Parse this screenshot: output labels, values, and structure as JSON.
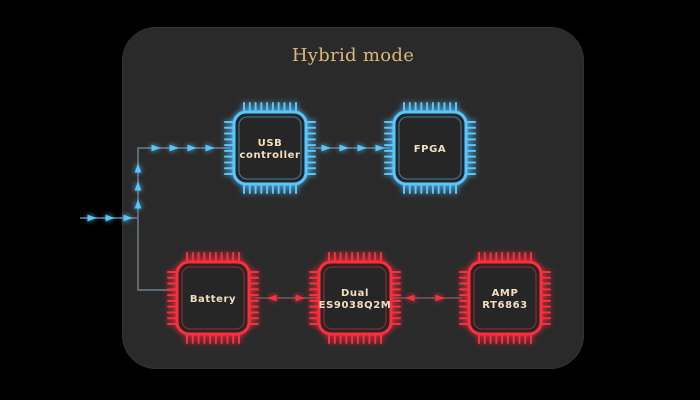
{
  "title": "Hybrid mode",
  "colors": {
    "blue": "#58c7ff",
    "red": "#ff2d3c",
    "label": "#f2dfc2",
    "title": "#d8b87a"
  },
  "chips": {
    "usb": {
      "label_1": "USB",
      "label_2": "controller",
      "color": "blue"
    },
    "fpga": {
      "label_1": "FPGA",
      "color": "blue"
    },
    "battery": {
      "label_1": "Battery",
      "color": "red"
    },
    "dac": {
      "label_1": "Dual",
      "label_2": "ES9038Q2M",
      "color": "red"
    },
    "amp": {
      "label_1": "AMP",
      "label_2": "RT6863",
      "color": "red"
    }
  }
}
